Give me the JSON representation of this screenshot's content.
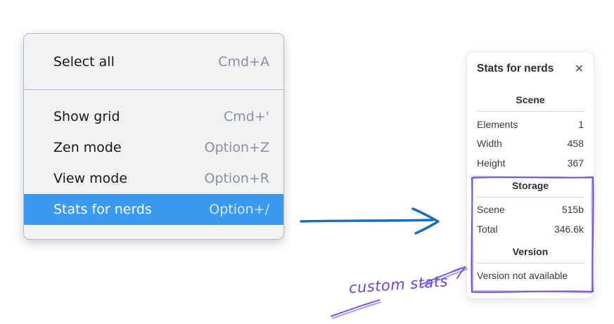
{
  "context_menu": {
    "items": [
      {
        "label": "Select all",
        "shortcut": "Cmd+A",
        "selected": false
      },
      {
        "label": "Show grid",
        "shortcut": "Cmd+'",
        "selected": false
      },
      {
        "label": "Zen mode",
        "shortcut": "Option+Z",
        "selected": false
      },
      {
        "label": "View mode",
        "shortcut": "Option+R",
        "selected": false
      },
      {
        "label": "Stats for nerds",
        "shortcut": "Option+/",
        "selected": true
      }
    ]
  },
  "stats_panel": {
    "title": "Stats for nerds",
    "close_icon": "✕",
    "scene_section": {
      "header": "Scene",
      "rows": [
        {
          "label": "Elements",
          "value": "1"
        },
        {
          "label": "Width",
          "value": "458"
        },
        {
          "label": "Height",
          "value": "367"
        }
      ]
    },
    "storage_section": {
      "header": "Storage",
      "rows": [
        {
          "label": "Scene",
          "value": "515b"
        },
        {
          "label": "Total",
          "value": "346.6k"
        }
      ]
    },
    "version_section": {
      "header": "Version",
      "note": "Version not available"
    }
  },
  "annotation": {
    "label": "custom stats"
  },
  "colors": {
    "menu_highlight": "#3b99f0",
    "menu_background": "#f1f2f4",
    "arrow_blue": "#1b6db8",
    "annotation_violet": "#6b46d6",
    "box_violet": "#7152d9"
  }
}
